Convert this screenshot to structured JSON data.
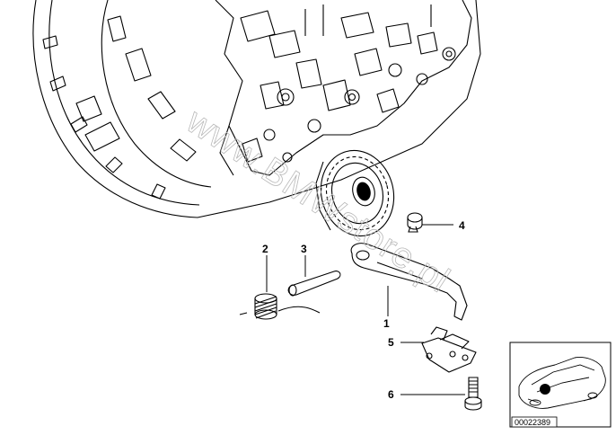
{
  "watermark": "www.BMWstore.pl",
  "callouts": [
    {
      "label": "1",
      "part": "lever"
    },
    {
      "label": "2",
      "part": "spring"
    },
    {
      "label": "3",
      "part": "pin"
    },
    {
      "label": "4",
      "part": "bolt"
    },
    {
      "label": "5",
      "part": "bracket"
    },
    {
      "label": "6",
      "part": "screw"
    }
  ],
  "thumbnail": {
    "reference_number": "00022389",
    "icon": "car-location-icon"
  },
  "colors": {
    "line": "#000000",
    "watermark": "#b9b9b9",
    "background": "#ffffff"
  }
}
